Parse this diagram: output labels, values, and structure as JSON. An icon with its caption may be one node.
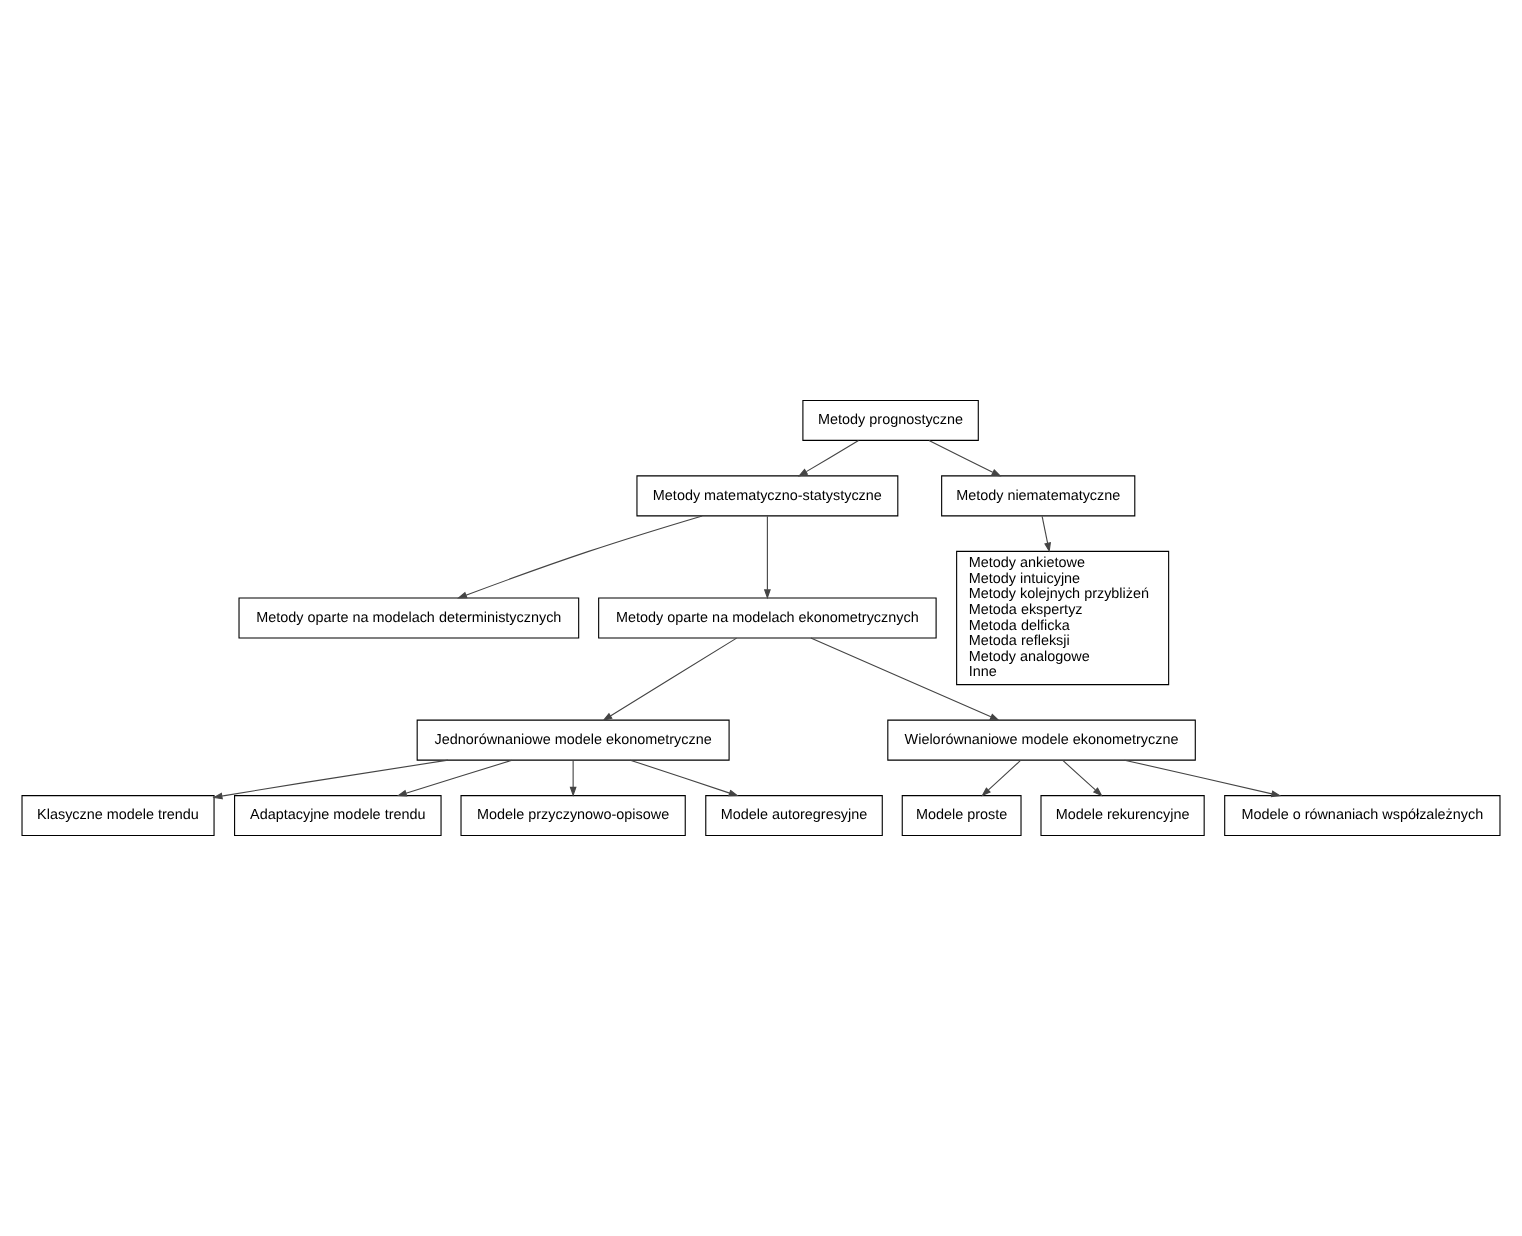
{
  "diagram": {
    "nodes": [
      {
        "text": [
          "Metody prognostyczne"
        ]
      },
      {
        "text": [
          "Metody matematyczno-statystyczne"
        ]
      },
      {
        "text": [
          "Metody niematematyczne"
        ]
      },
      {
        "text": [
          "Metody oparte na modelach deterministycznych"
        ]
      },
      {
        "text": [
          "Metody oparte na modelach ekonometrycznych"
        ]
      },
      {
        "text": [
          "Jednorównaniowe modele ekonometryczne"
        ]
      },
      {
        "text": [
          "Wielorównaniowe modele ekonometryczne"
        ]
      },
      {
        "text": [
          "Metody ankietowe",
          "Metody intuicyjne",
          "Metody kolejnych przybliżeń",
          "Metoda ekspertyz",
          "Metoda delficka",
          "Metoda refleksji",
          "Metody analogowe",
          "Inne"
        ]
      },
      {
        "text": [
          "Klasyczne modele trendu"
        ]
      },
      {
        "text": [
          "Modele proste"
        ]
      },
      {
        "text": [
          "Adaptacyjne modele trendu"
        ]
      },
      {
        "text": [
          "Modele rekurencyjne"
        ]
      },
      {
        "text": [
          "Modele przyczynowo-opisowe"
        ]
      },
      {
        "text": [
          "Modele o równaniach współzależnych"
        ]
      },
      {
        "text": [
          "Modele autoregresyjne"
        ]
      }
    ],
    "edges": [
      {
        "from": 0,
        "to": 1,
        "arrow": "to"
      },
      {
        "from": 0,
        "to": 2,
        "arrow": "to"
      },
      {
        "from": 1,
        "to": 3,
        "arrow": "to"
      },
      {
        "from": 1,
        "to": 4,
        "arrow": "to"
      },
      {
        "from": 4,
        "to": 5,
        "arrow": "to"
      },
      {
        "from": 4,
        "to": 6,
        "arrow": "to"
      },
      {
        "from": 2,
        "to": 7,
        "arrow": "to"
      },
      {
        "from": 5,
        "to": 8,
        "arrow": "to"
      },
      {
        "from": 5,
        "to": 10,
        "arrow": "to"
      },
      {
        "from": 5,
        "to": 12,
        "arrow": "to"
      },
      {
        "from": 5,
        "to": 14,
        "arrow": "to"
      },
      {
        "from": 6,
        "to": 9,
        "arrow": "to"
      },
      {
        "from": 6,
        "to": 11,
        "arrow": "to"
      },
      {
        "from": 6,
        "to": 13,
        "arrow": "to"
      }
    ]
  }
}
